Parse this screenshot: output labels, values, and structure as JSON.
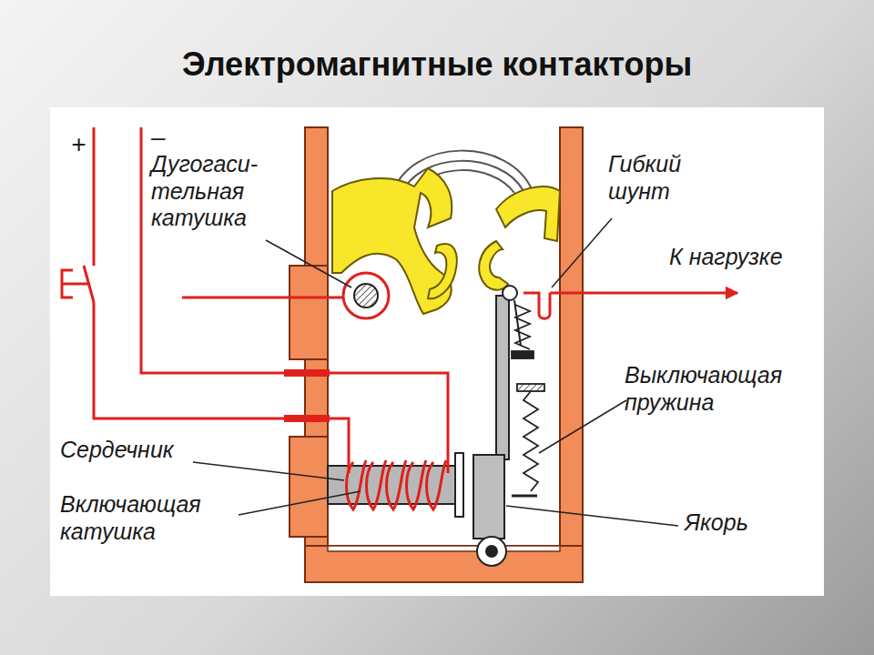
{
  "diagram": {
    "title": "Электромагнитные контакторы",
    "labels": [
      "+",
      "–",
      "Дугогаси- тельная катушка",
      "Гибкий шунт",
      "К нагрузке",
      "Выключающая пружина",
      "Сердечник",
      "Включающая катушка",
      "Якорь"
    ]
  }
}
